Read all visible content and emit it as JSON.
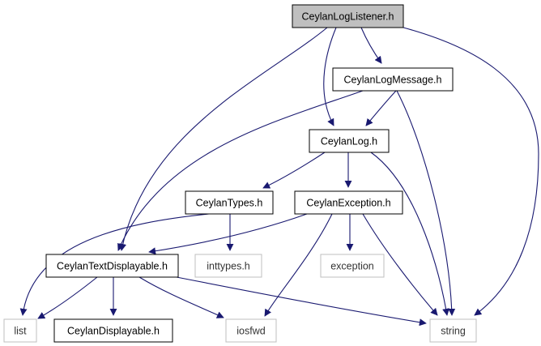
{
  "diagram": {
    "type": "include-dependency-graph",
    "nodes": [
      {
        "id": "listener",
        "label": "CeylanLogListener.h",
        "style": "root"
      },
      {
        "id": "logmessage",
        "label": "CeylanLogMessage.h",
        "style": "file"
      },
      {
        "id": "log",
        "label": "CeylanLog.h",
        "style": "file"
      },
      {
        "id": "types",
        "label": "CeylanTypes.h",
        "style": "file"
      },
      {
        "id": "exception_h",
        "label": "CeylanException.h",
        "style": "file"
      },
      {
        "id": "textdisplayable",
        "label": "CeylanTextDisplayable.h",
        "style": "file"
      },
      {
        "id": "inttypes",
        "label": "inttypes.h",
        "style": "system"
      },
      {
        "id": "exception",
        "label": "exception",
        "style": "system"
      },
      {
        "id": "list",
        "label": "list",
        "style": "system"
      },
      {
        "id": "displayable",
        "label": "CeylanDisplayable.h",
        "style": "file"
      },
      {
        "id": "iosfwd",
        "label": "iosfwd",
        "style": "system"
      },
      {
        "id": "string",
        "label": "string",
        "style": "system"
      }
    ],
    "edges": [
      {
        "from": "listener",
        "to": "logmessage"
      },
      {
        "from": "listener",
        "to": "log"
      },
      {
        "from": "listener",
        "to": "textdisplayable"
      },
      {
        "from": "listener",
        "to": "string"
      },
      {
        "from": "logmessage",
        "to": "log"
      },
      {
        "from": "logmessage",
        "to": "textdisplayable"
      },
      {
        "from": "logmessage",
        "to": "string"
      },
      {
        "from": "log",
        "to": "types"
      },
      {
        "from": "log",
        "to": "exception_h"
      },
      {
        "from": "log",
        "to": "string"
      },
      {
        "from": "types",
        "to": "list"
      },
      {
        "from": "types",
        "to": "inttypes"
      },
      {
        "from": "exception_h",
        "to": "textdisplayable"
      },
      {
        "from": "exception_h",
        "to": "exception"
      },
      {
        "from": "exception_h",
        "to": "iosfwd"
      },
      {
        "from": "exception_h",
        "to": "string"
      },
      {
        "from": "textdisplayable",
        "to": "list"
      },
      {
        "from": "textdisplayable",
        "to": "displayable"
      },
      {
        "from": "textdisplayable",
        "to": "iosfwd"
      },
      {
        "from": "textdisplayable",
        "to": "string"
      }
    ],
    "colors": {
      "edge": "#191970",
      "root_fill": "#bfbfbf",
      "node_border": "#000000",
      "system_border": "#bfbfbf",
      "system_text": "#333333",
      "text": "#000000"
    }
  }
}
